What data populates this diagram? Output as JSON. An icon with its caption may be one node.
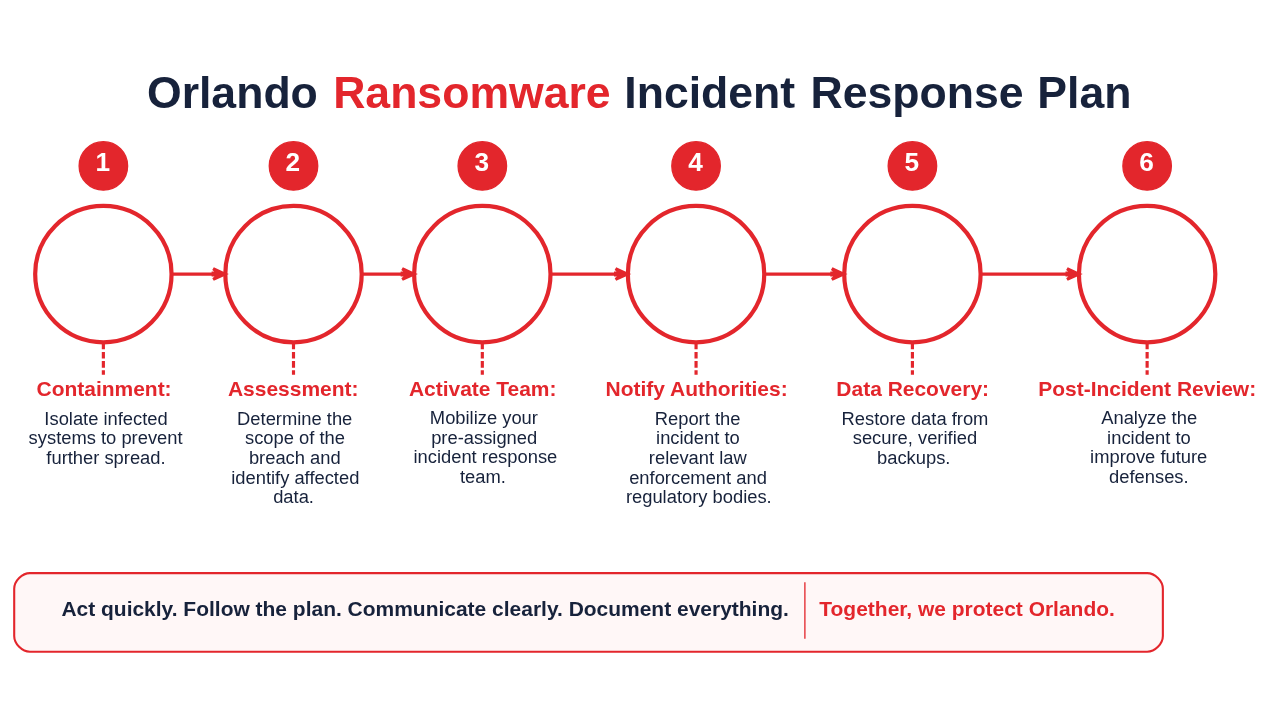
{
  "diagram": {
    "title": "Orlando Ransomware Incident Response Plan",
    "nodes": [
      {
        "text": [
          "1"
        ]
      },
      {
        "text": [],
        "shape": "circle"
      },
      {
        "text": [
          "Containment:",
          "Isolate infected systems to prevent further spread."
        ]
      },
      {
        "text": [
          "2"
        ]
      },
      {
        "text": [],
        "shape": "circle"
      },
      {
        "text": [
          "Assessment:",
          "Determine the scope of the breach and identify affected data."
        ]
      },
      {
        "text": [
          "3"
        ]
      },
      {
        "text": [],
        "shape": "circle"
      },
      {
        "text": [
          "Activate Team:",
          "Mobilize your pre-assigned incident response team."
        ]
      },
      {
        "text": [
          "4"
        ]
      },
      {
        "text": [],
        "shape": "circle"
      },
      {
        "text": [
          "Notify Authorities:",
          "Report the incident to relevant law enforcement and regulatory bodies."
        ]
      },
      {
        "text": [
          "5"
        ]
      },
      {
        "text": [],
        "shape": "circle"
      },
      {
        "text": [
          "Data Recovery:",
          "Restore data from secure, verified backups."
        ]
      },
      {
        "text": [
          "6"
        ]
      },
      {
        "text": [],
        "shape": "circle"
      },
      {
        "text": [
          "Post-Incident Review:",
          "Analyze the incident to improve future defenses."
        ]
      },
      {
        "text": [
          "Act quickly. Follow the plan. Communicate clearly. Document everything.",
          "Together, we protect Orlando."
        ]
      }
    ],
    "edges": [
      {
        "from": 1,
        "to": 4,
        "arrow": "to"
      },
      {
        "from": 4,
        "to": 7,
        "arrow": "to"
      },
      {
        "from": 7,
        "to": 10,
        "arrow": "to"
      },
      {
        "from": 10,
        "to": 13,
        "arrow": "to"
      },
      {
        "from": 13,
        "to": 16,
        "arrow": "to"
      },
      {
        "from": 1,
        "to": 2,
        "arrow": "none",
        "style": "dashed"
      },
      {
        "from": 4,
        "to": 5,
        "arrow": "none",
        "style": "dashed"
      },
      {
        "from": 7,
        "to": 8,
        "arrow": "none",
        "style": "dashed"
      },
      {
        "from": 10,
        "to": 11,
        "arrow": "none",
        "style": "dashed"
      },
      {
        "from": 13,
        "to": 14,
        "arrow": "none",
        "style": "dashed"
      },
      {
        "from": 16,
        "to": 17,
        "arrow": "none",
        "style": "dashed"
      }
    ]
  }
}
